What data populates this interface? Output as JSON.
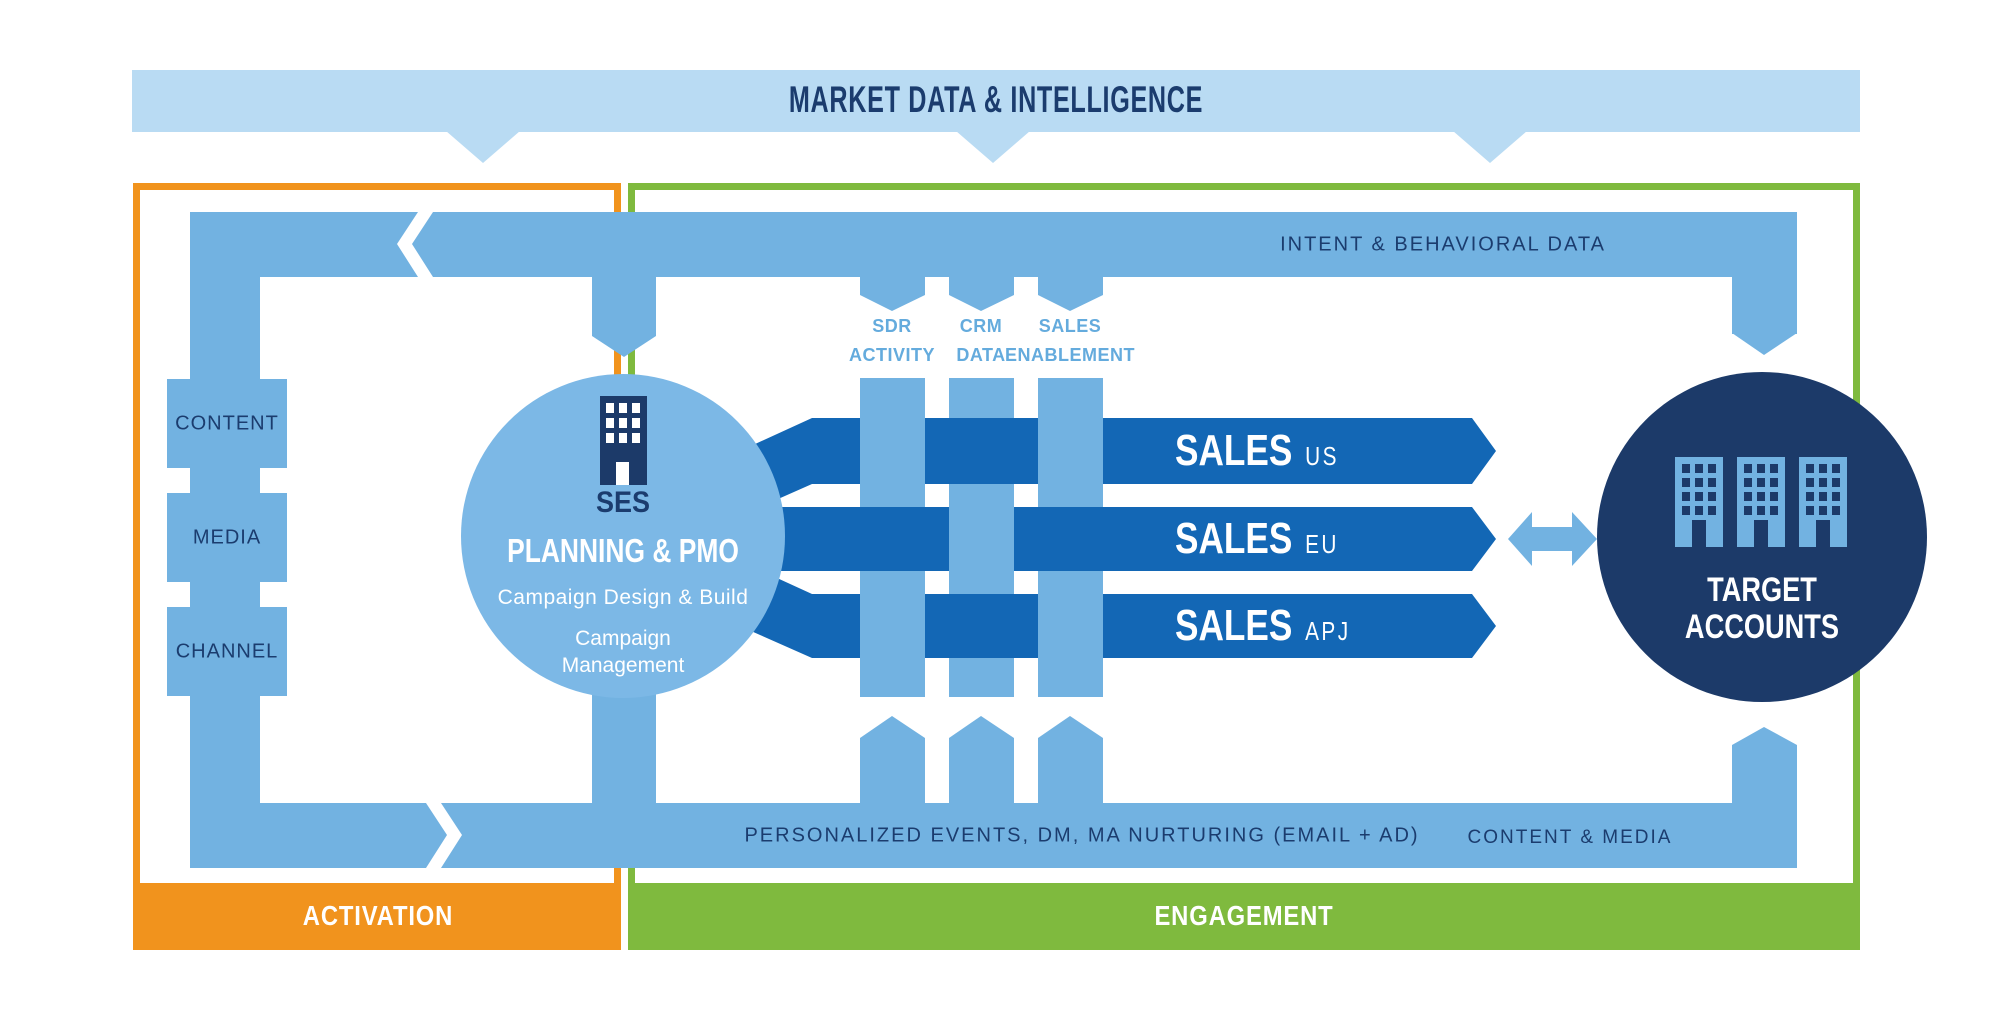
{
  "banner": {
    "title": "MARKET DATA & INTELLIGENCE"
  },
  "flows": {
    "intent": "INTENT & BEHAVIORAL DATA",
    "personalized": "PERSONALIZED EVENTS, DM, MA NURTURING (EMAIL + AD)",
    "content_media": "CONTENT & MEDIA"
  },
  "activation": {
    "label": "ACTIVATION",
    "channels": [
      "CONTENT",
      "MEDIA",
      "CHANNEL"
    ]
  },
  "engagement": {
    "label": "ENGAGEMENT"
  },
  "ses": {
    "name": "SES",
    "title": "PLANNING & PMO",
    "sub1": "Campaign Design & Build",
    "sub2": "Campaign Management"
  },
  "columns": [
    {
      "line1": "SDR",
      "line2": "ACTIVITY"
    },
    {
      "line1": "CRM",
      "line2": "DATA"
    },
    {
      "line1": "SALES",
      "line2": "ENABLEMENT"
    }
  ],
  "sales_rows": [
    {
      "word": "SALES",
      "region": "US"
    },
    {
      "word": "SALES",
      "region": "EU"
    },
    {
      "word": "SALES",
      "region": "APJ"
    }
  ],
  "target": {
    "line1": "TARGET",
    "line2": "ACCOUNTS"
  },
  "icons": {
    "ses": "building-icon",
    "target": "buildings-icon",
    "exchange": "double-arrow-icon"
  },
  "colors": {
    "pale": "#b9dbf3",
    "light": "#72b2e1",
    "ses": "#7cb8e6",
    "dark": "#1367b5",
    "navy": "#1c3a69",
    "orange": "#f1931d",
    "green": "#7fba3e",
    "textnavy": "#1b3c6e",
    "labelblue": "#64abdd",
    "white": "#ffffff"
  }
}
